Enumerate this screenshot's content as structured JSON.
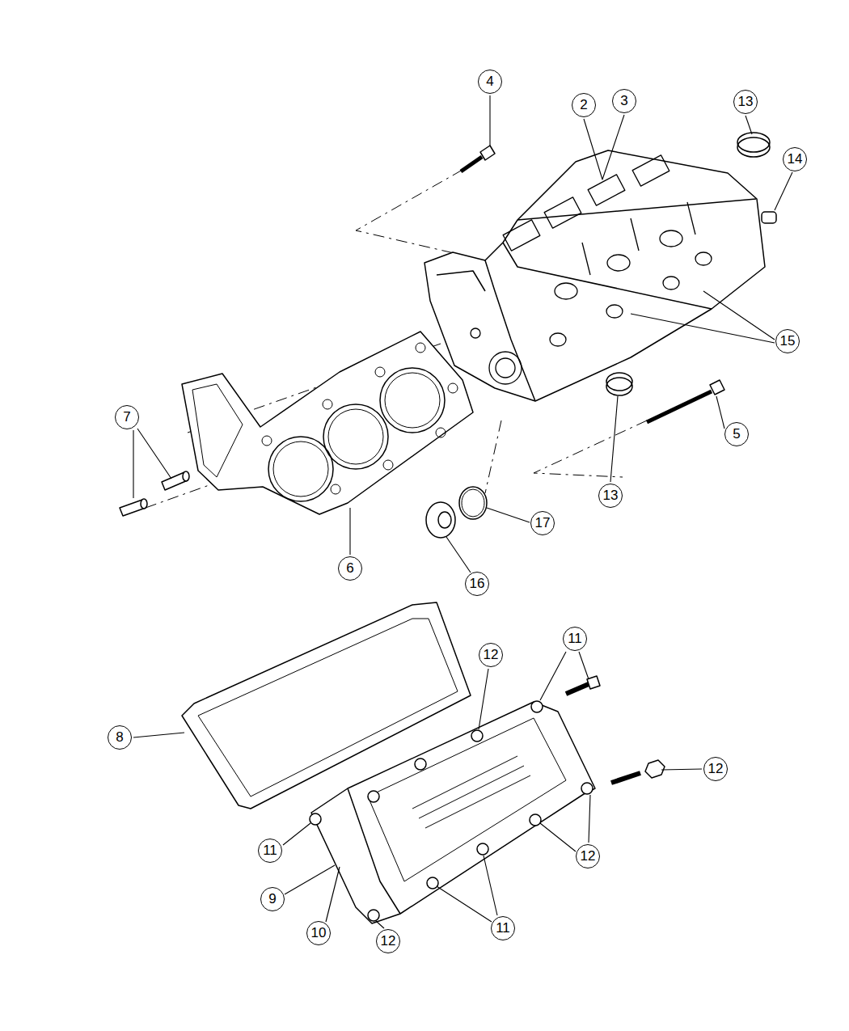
{
  "diagram": {
    "labels": [
      "4",
      "2",
      "3",
      "13",
      "14",
      "15",
      "7",
      "5",
      "13",
      "17",
      "6",
      "16",
      "12",
      "11",
      "8",
      "12",
      "11",
      "12",
      "9",
      "10",
      "11",
      "12"
    ]
  }
}
